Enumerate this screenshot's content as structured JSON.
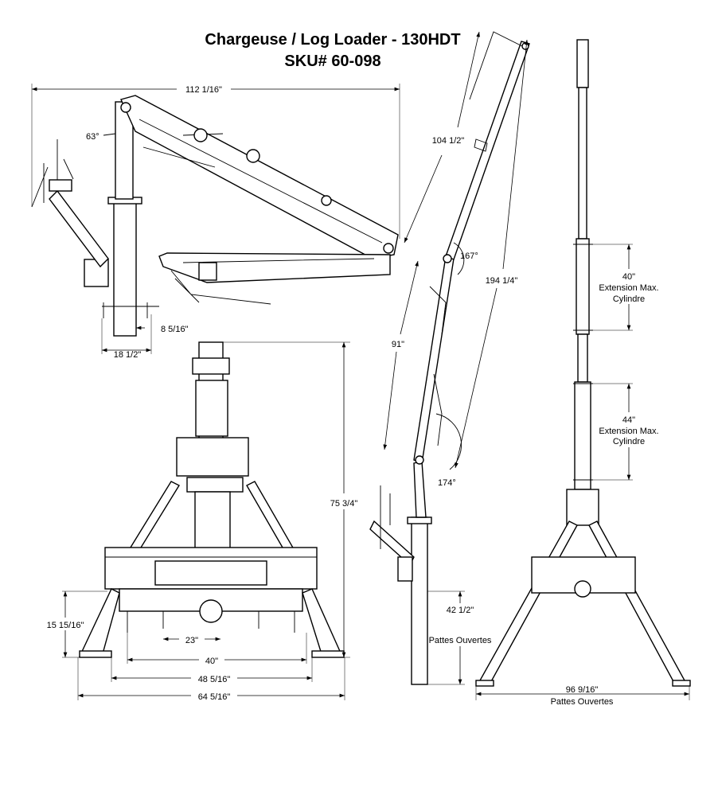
{
  "title": {
    "line1": "Chargeuse / Log Loader - 130HDT",
    "line2": "SKU# 60-098"
  },
  "side_view": {
    "reach": "112 1/16\"",
    "angle": "63°",
    "base_offset": "8 5/16\"",
    "base_width": "18 1/2\""
  },
  "extended_view": {
    "boom_length": "104 1/2\"",
    "total_length": "194 1/4\"",
    "upper_angle": "167°",
    "lower_length": "91\"",
    "lower_angle": "174°",
    "legs_height": "42 1/2\"",
    "legs_label": "Pattes Ouvertes"
  },
  "vertical_view": {
    "cyl1_value": "40\"",
    "cyl1_label1": "Extension Max.",
    "cyl1_label2": "Cylindre",
    "cyl2_value": "44\"",
    "cyl2_label1": "Extension Max.",
    "cyl2_label2": "Cylindre",
    "width": "96 9/16\"",
    "width_label": "Pattes Ouvertes"
  },
  "front_view": {
    "height": "75 3/4\"",
    "foot_height": "15 15/16\"",
    "w23": "23\"",
    "w40": "40\"",
    "w48": "48 5/16\"",
    "w64": "64 5/16\""
  }
}
